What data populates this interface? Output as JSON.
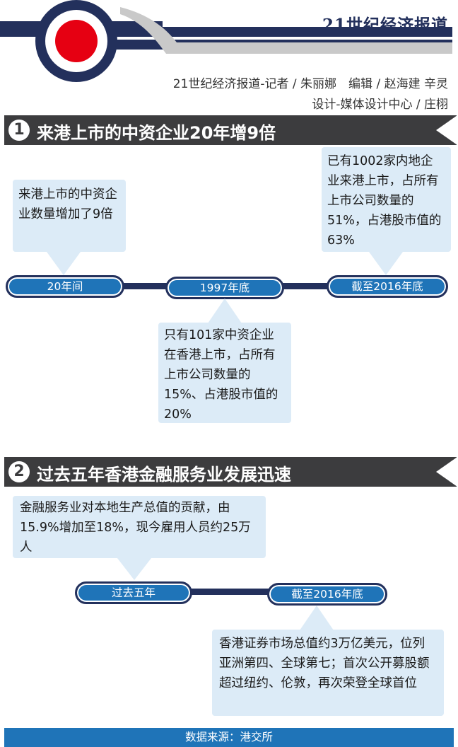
{
  "header": {
    "brand": "21世纪经济报道",
    "credit_line1": "21世纪经济报道-记者 / 朱丽娜　编辑 / 赵海建  辛灵",
    "credit_line2": "设计-媒体设计中心 / 庄栩"
  },
  "section1": {
    "number": "1",
    "title": "来港上市的中资企业20年增9倍",
    "timeline": [
      {
        "label": "20年间",
        "note": "来港上市的中资企业数量增加了9倍"
      },
      {
        "label": "1997年底",
        "note": "只有101家中资企业在香港上市，占所有上市公司数量的15%、占港股市值的20%"
      },
      {
        "label": "截至2016年底",
        "note": "已有1002家内地企业来港上市，占所有上市公司数量的51%，占港股市值的63%"
      }
    ]
  },
  "section2": {
    "number": "2",
    "title": "过去五年香港金融服务业发展迅速",
    "timeline": [
      {
        "label": "过去五年",
        "note": "金融服务业对本地生产总值的贡献，由15.9%增加至18%，现今雇用人员约25万人"
      },
      {
        "label": "截至2016年底",
        "note": "香港证券市场总值约3万亿美元，位列亚洲第四、全球第七；首次公开募股额超过纽约、伦敦，再次荣登全球首位"
      }
    ]
  },
  "footer": {
    "source": "数据来源：港交所"
  },
  "colors": {
    "navy": "#23305c",
    "blue": "#1f74b8",
    "light_blue": "#dcebf7",
    "red": "#e60012",
    "dark": "#3c3c3e"
  }
}
